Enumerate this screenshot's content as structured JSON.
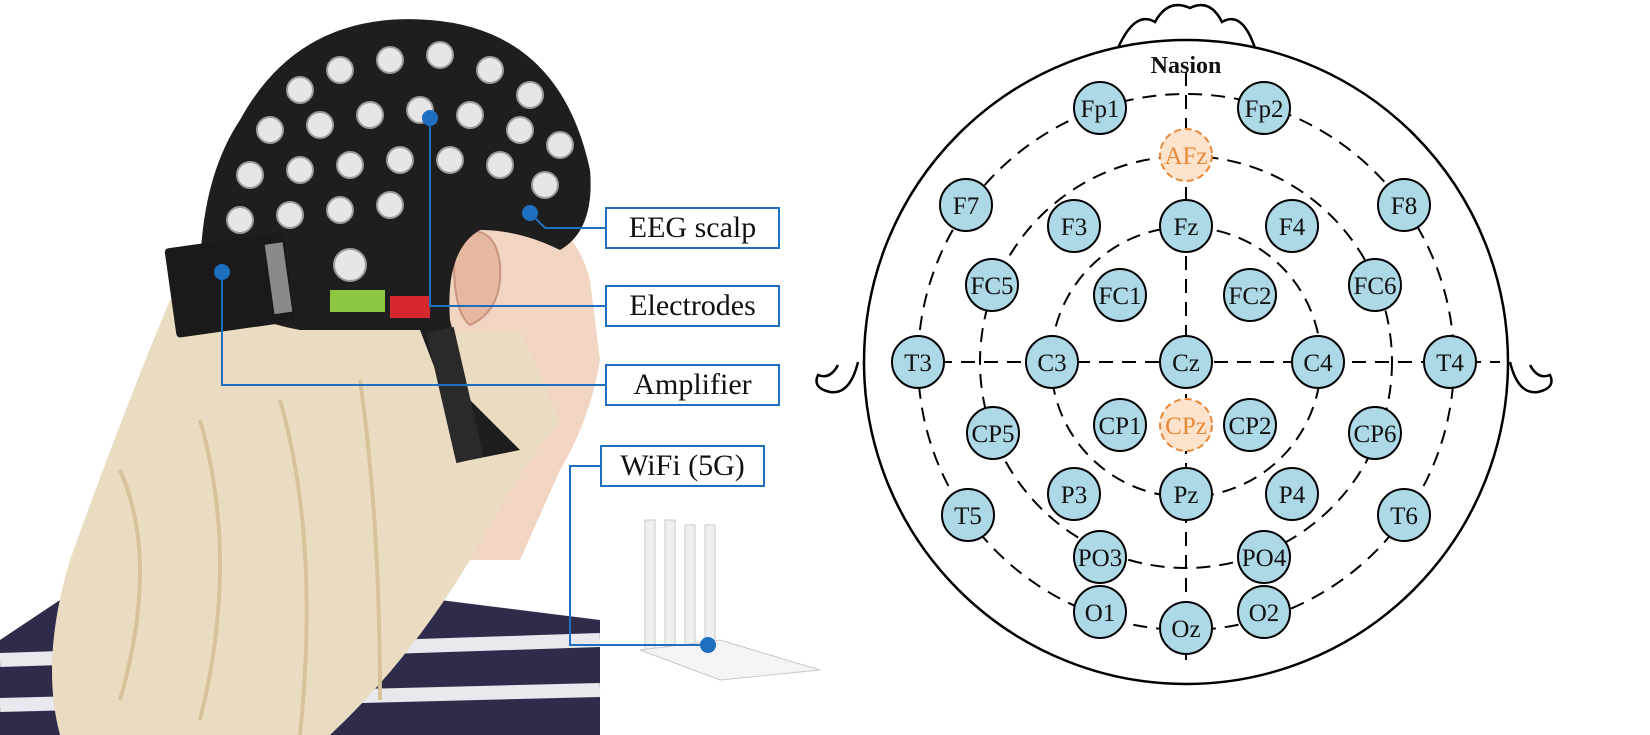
{
  "callouts": {
    "eeg_scalp": "EEG scalp",
    "electrodes": "Electrodes",
    "amplifier": "Amplifier",
    "wifi": "WiFi (5G)"
  },
  "montage": {
    "landmark": "Nasion",
    "electrodes": [
      {
        "label": "Fp1",
        "reference": false
      },
      {
        "label": "Fp2",
        "reference": false
      },
      {
        "label": "AFz",
        "reference": true
      },
      {
        "label": "F7",
        "reference": false
      },
      {
        "label": "F3",
        "reference": false
      },
      {
        "label": "Fz",
        "reference": false
      },
      {
        "label": "F4",
        "reference": false
      },
      {
        "label": "F8",
        "reference": false
      },
      {
        "label": "FC5",
        "reference": false
      },
      {
        "label": "FC1",
        "reference": false
      },
      {
        "label": "FC2",
        "reference": false
      },
      {
        "label": "FC6",
        "reference": false
      },
      {
        "label": "T3",
        "reference": false
      },
      {
        "label": "C3",
        "reference": false
      },
      {
        "label": "Cz",
        "reference": false
      },
      {
        "label": "C4",
        "reference": false
      },
      {
        "label": "T4",
        "reference": false
      },
      {
        "label": "CP5",
        "reference": false
      },
      {
        "label": "CP1",
        "reference": false
      },
      {
        "label": "CPz",
        "reference": true
      },
      {
        "label": "CP2",
        "reference": false
      },
      {
        "label": "CP6",
        "reference": false
      },
      {
        "label": "T5",
        "reference": false
      },
      {
        "label": "P3",
        "reference": false
      },
      {
        "label": "Pz",
        "reference": false
      },
      {
        "label": "P4",
        "reference": false
      },
      {
        "label": "T6",
        "reference": false
      },
      {
        "label": "PO3",
        "reference": false
      },
      {
        "label": "PO4",
        "reference": false
      },
      {
        "label": "O1",
        "reference": false
      },
      {
        "label": "Oz",
        "reference": false
      },
      {
        "label": "O2",
        "reference": false
      }
    ]
  },
  "colors": {
    "electrode_fill": "#add8e6",
    "reference_fill": "#fde3cc",
    "reference_stroke": "#e8893a",
    "callout_line": "#1f6fc0",
    "cap": "#1e1e1e",
    "hair": "#e9dcc0"
  }
}
